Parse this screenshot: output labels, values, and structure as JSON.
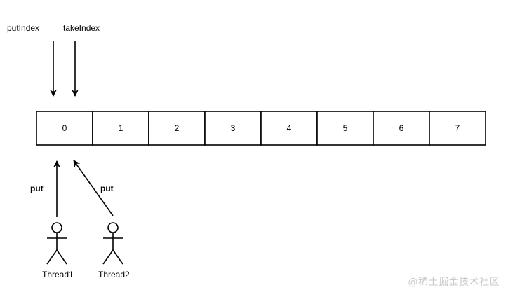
{
  "pointers": {
    "put_index_label": "putIndex",
    "take_index_label": "takeIndex"
  },
  "queue": {
    "cells": [
      "0",
      "1",
      "2",
      "3",
      "4",
      "5",
      "6",
      "7"
    ]
  },
  "threads": [
    {
      "name": "Thread1",
      "action": "put"
    },
    {
      "name": "Thread2",
      "action": "put"
    }
  ],
  "watermark": "@稀土掘金技术社区",
  "colors": {
    "stroke": "#000000",
    "background": "#ffffff",
    "watermark": "#c8c8c8"
  }
}
